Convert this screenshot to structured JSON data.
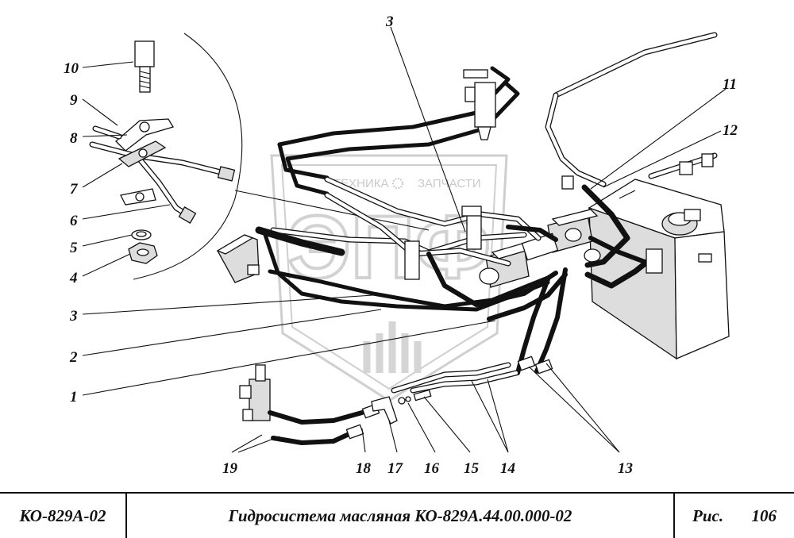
{
  "watermark": {
    "brand_left": "ТЕХНИКА",
    "brand_right": "ЗАПЧАСТИ",
    "logo_letters": "ЭПФ"
  },
  "callouts": [
    {
      "id": "c10",
      "label": "10"
    },
    {
      "id": "c9",
      "label": "9"
    },
    {
      "id": "c8",
      "label": "8"
    },
    {
      "id": "c7",
      "label": "7"
    },
    {
      "id": "c6",
      "label": "6"
    },
    {
      "id": "c5",
      "label": "5"
    },
    {
      "id": "c4",
      "label": "4"
    },
    {
      "id": "c3a",
      "label": "3"
    },
    {
      "id": "c3b",
      "label": "3"
    },
    {
      "id": "c2",
      "label": "2"
    },
    {
      "id": "c1",
      "label": "1"
    },
    {
      "id": "c11",
      "label": "11"
    },
    {
      "id": "c12",
      "label": "12"
    },
    {
      "id": "c13",
      "label": "13"
    },
    {
      "id": "c14",
      "label": "14"
    },
    {
      "id": "c15",
      "label": "15"
    },
    {
      "id": "c16",
      "label": "16"
    },
    {
      "id": "c17",
      "label": "17"
    },
    {
      "id": "c18",
      "label": "18"
    },
    {
      "id": "c19",
      "label": "19"
    }
  ],
  "title_block": {
    "code": "КО-829А-02",
    "title": "Гидросистема масляная КО-829А.44.00.000-02",
    "fig_label": "Рис.",
    "fig_number": "106"
  }
}
